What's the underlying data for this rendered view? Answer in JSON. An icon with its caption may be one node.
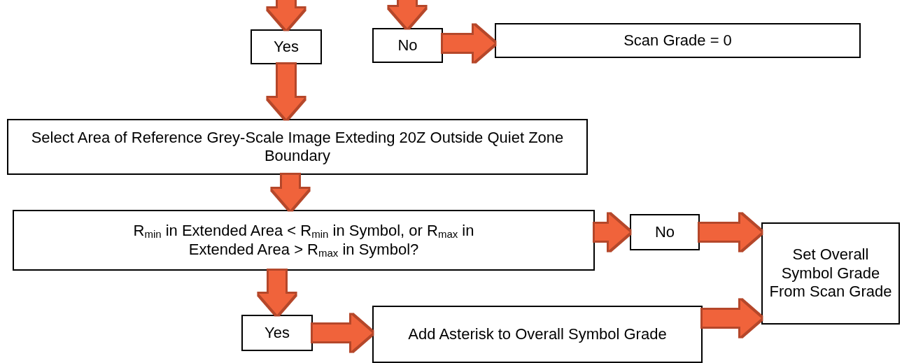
{
  "diagram": {
    "nodes": [
      {
        "text": [
          "Yes"
        ]
      },
      {
        "text": [
          "No"
        ]
      },
      {
        "text": [
          "Scan Grade = 0"
        ]
      },
      {
        "text": [
          "Select Area of Reference Grey-Scale Image Exteding 20Z Outside Quiet Zone Boundary"
        ]
      },
      {
        "text": [
          "R$_{min}$ in Extended Area < R$_{min}$ in Symbol, or R$_{max}$ in Extended Area > R$_{max}$ in Symbol?"
        ]
      },
      {
        "text": [
          "No"
        ]
      },
      {
        "text": [
          "Set Overall Symbol Grade From Scan Grade"
        ]
      },
      {
        "text": [
          "Yes"
        ]
      },
      {
        "text": [
          "Add Asterisk to Overall Symbol Grade"
        ]
      }
    ],
    "edges": [
      {
        "from": null,
        "to": 0,
        "arrow": "to"
      },
      {
        "from": null,
        "to": 1,
        "arrow": "to"
      },
      {
        "from": 1,
        "to": 2,
        "arrow": "to"
      },
      {
        "from": 0,
        "to": 3,
        "arrow": "to"
      },
      {
        "from": 3,
        "to": 4,
        "arrow": "to"
      },
      {
        "from": 4,
        "to": 5,
        "arrow": "to"
      },
      {
        "from": 5,
        "to": 6,
        "arrow": "to"
      },
      {
        "from": 4,
        "to": 7,
        "arrow": "to"
      },
      {
        "from": 7,
        "to": 8,
        "arrow": "to"
      },
      {
        "from": 8,
        "to": 6,
        "arrow": "to"
      }
    ]
  }
}
